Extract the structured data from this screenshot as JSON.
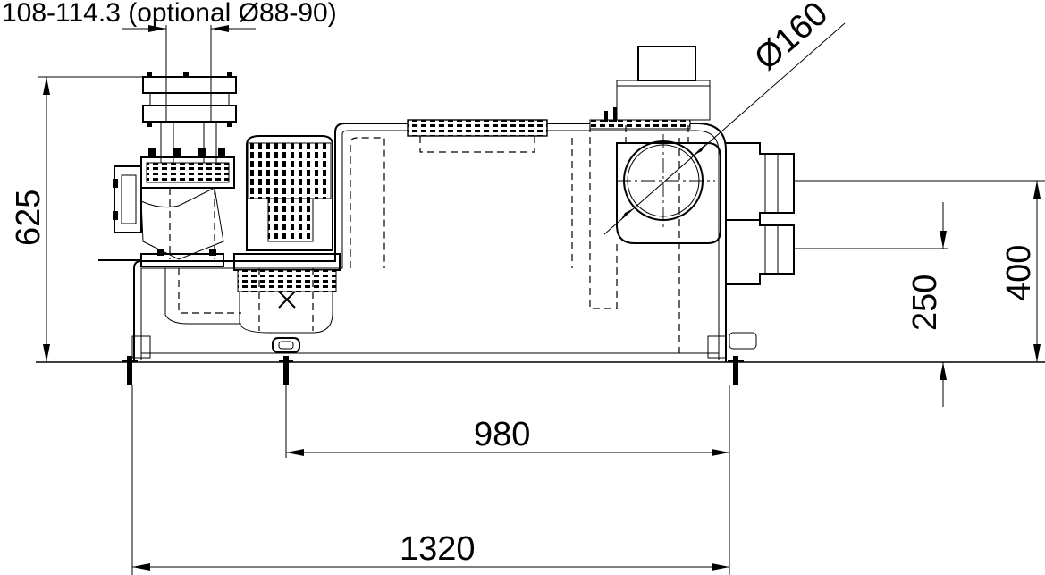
{
  "drawing": {
    "flange_label": "108-114.3 (optional Ø88-90)",
    "dimensions": {
      "height_overall": "625",
      "diameter_inlet": "Ø160",
      "inlet_height_upper": "400",
      "inlet_height_lower": "250",
      "anchor_spacing": "980",
      "overall_length": "1320"
    }
  }
}
